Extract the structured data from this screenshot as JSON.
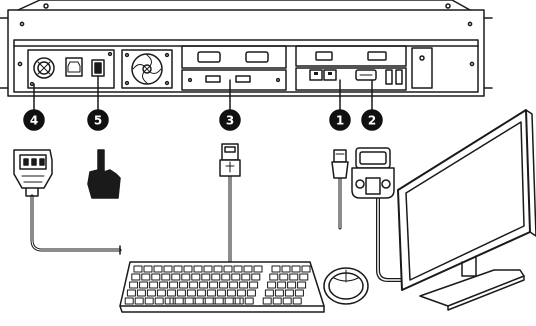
{
  "callouts": [
    {
      "id": "power-cord",
      "number": "4"
    },
    {
      "id": "power-switch",
      "number": "5"
    },
    {
      "id": "usb-keyboard",
      "number": "3"
    },
    {
      "id": "network-cable",
      "number": "1"
    },
    {
      "id": "vga-monitor",
      "number": "2"
    }
  ],
  "colors": {
    "line": "#1a1a1a",
    "background": "#ffffff",
    "badge": "#111111",
    "screen": "#ffffff"
  }
}
